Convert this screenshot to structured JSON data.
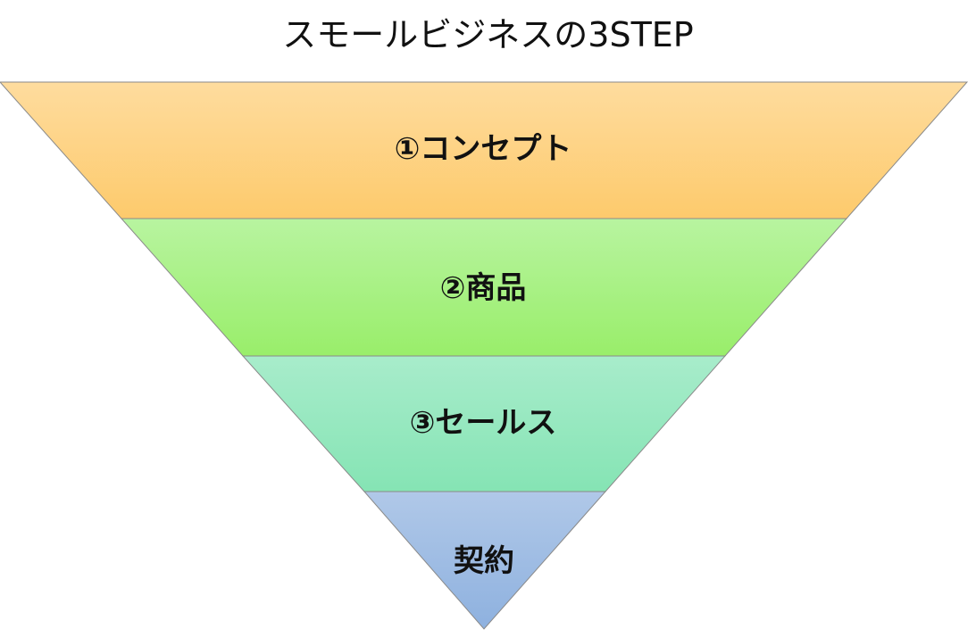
{
  "diagram": {
    "title": "スモールビジネスの3STEP",
    "type": "inverted-pyramid",
    "layers": [
      {
        "label": "①コンセプト",
        "color_top": "#fedc9e",
        "color_bottom": "#fdca6c"
      },
      {
        "label": "②商品",
        "color_top": "#b8f4a0",
        "color_bottom": "#99ee6a"
      },
      {
        "label": "③セールス",
        "color_top": "#a8eccb",
        "color_bottom": "#85e4b4"
      },
      {
        "label": "契約",
        "color_top": "#b0c8e8",
        "color_bottom": "#8eb1df"
      }
    ],
    "stroke_color": "#8a8a8a"
  }
}
